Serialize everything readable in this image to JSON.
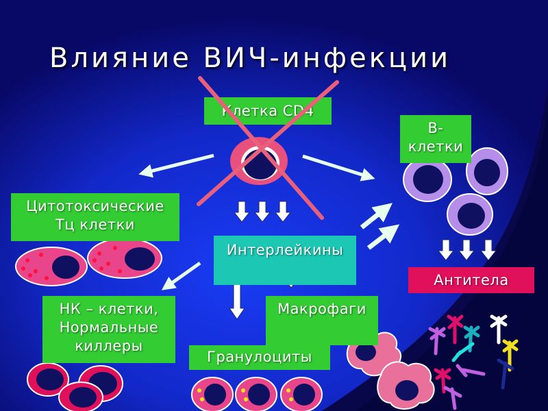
{
  "title": "Влияние ВИЧ-инфекции",
  "nodes": {
    "cd4": "Клетка CD4",
    "b_cells": "В-клетки",
    "cytotoxic": "Цитотоксические Тц клетки",
    "interleukins": "Интерлейкины",
    "antibodies": "Антитела",
    "nk": "НК – клетки, Нормальные киллеры",
    "macrophage": "Макрофаги",
    "granulocytes": "Гранулоциты"
  },
  "colors": {
    "background_dark": "#07074a",
    "background_light": "#1a3cf5",
    "label_green": "#33cc33",
    "label_teal": "#1cc7b4",
    "label_red": "#e0105a",
    "cross": "#e8607a",
    "cell_pink": "#e8458a",
    "cell_purple": "#b48ee8",
    "nucleus": "#101060"
  }
}
